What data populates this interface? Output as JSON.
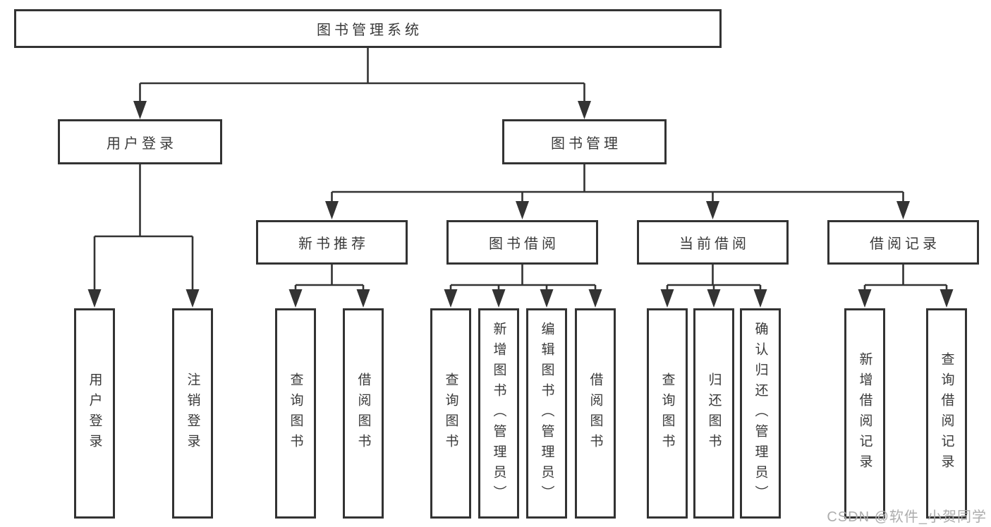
{
  "tree": {
    "root": "图书管理系统",
    "children": [
      {
        "label": "用户登录",
        "leaves": [
          "用户登录",
          "注销登录"
        ]
      },
      {
        "label": "图书管理",
        "children": [
          {
            "label": "新书推荐",
            "leaves": [
              "查询图书",
              "借阅图书"
            ]
          },
          {
            "label": "图书借阅",
            "leaves": [
              "查询图书",
              "新增图书（管理员）",
              "编辑图书（管理员）",
              "借阅图书"
            ]
          },
          {
            "label": "当前借阅",
            "leaves": [
              "查询图书",
              "归还图书",
              "确认归还（管理员）"
            ]
          },
          {
            "label": "借阅记录",
            "leaves": [
              "新增借阅记录",
              "查询借阅记录"
            ]
          }
        ]
      }
    ]
  },
  "watermark": "CSDN @软件_小贺同学",
  "colors": {
    "line": "#333333",
    "text": "#3a3a3a",
    "background": "#ffffff",
    "watermark": "#adadad"
  }
}
